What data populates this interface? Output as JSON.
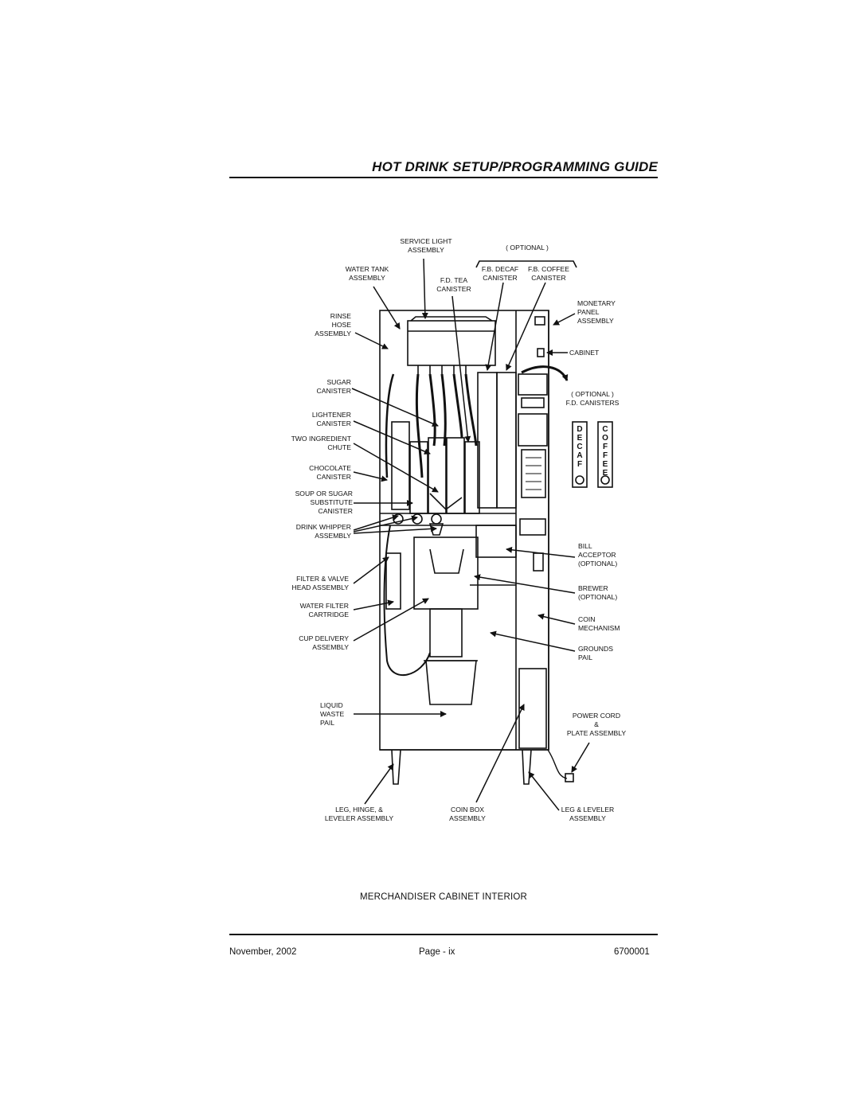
{
  "header": {
    "title": "HOT DRINK SETUP/PROGRAMMING GUIDE"
  },
  "labels": {
    "service_light": "SERVICE LIGHT\nASSEMBLY",
    "optional_top": "( OPTIONAL )",
    "water_tank": "WATER TANK\nASSEMBLY",
    "fd_tea": "F.D. TEA\nCANISTER",
    "fb_decaf": "F.B. DECAF\nCANISTER",
    "fb_coffee": "F.B. COFFEE\nCANISTER",
    "monetary": "MONETARY\nPANEL\nASSEMBLY",
    "rinse": "RINSE\nHOSE\nASSEMBLY",
    "cabinet": "CABINET",
    "sugar": "SUGAR\nCANISTER",
    "optional_fd": "( OPTIONAL )\nF.D. CANISTERS",
    "lightener": "LIGHTENER\nCANISTER",
    "two_ingredient": "TWO INGREDIENT\nCHUTE",
    "chocolate": "CHOCOLATE\nCANISTER",
    "soup": "SOUP OR SUGAR\nSUBSTITUTE\nCANISTER",
    "drink_whipper": "DRINK WHIPPER\nASSEMBLY",
    "bill": "BILL\nACCEPTOR\n(OPTIONAL)",
    "filter_valve": "FILTER & VALVE\nHEAD ASSEMBLY",
    "brewer": "BREWER\n(OPTIONAL)",
    "water_filter": "WATER FILTER\nCARTRIDGE",
    "coin_mech": "COIN\nMECHANISM",
    "cup_delivery": "CUP DELIVERY\nASSEMBLY",
    "grounds": "GROUNDS\nPAIL",
    "liquid_waste": "LIQUID\nWASTE\nPAIL",
    "power_cord": "POWER CORD\n&\nPLATE ASSEMBLY",
    "leg_hinge": "LEG, HINGE, &\nLEVELER ASSEMBLY",
    "coin_box": "COIN BOX\nASSEMBLY",
    "leg_leveler": "LEG & LEVELER\nASSEMBLY",
    "decaf_vertical": "D\nE\nC\nA\nF",
    "coffee_vertical": "C\nO\nF\nF\nE\nE"
  },
  "caption": "MERCHANDISER CABINET INTERIOR",
  "footer": {
    "date": "November, 2002",
    "page": "Page - ix",
    "doc_number": "6700001"
  }
}
